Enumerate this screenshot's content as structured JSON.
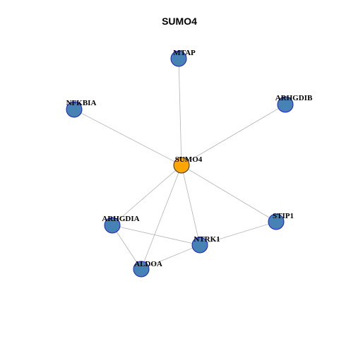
{
  "title": "SUMO4",
  "colors": {
    "hub_fill": "#ffa500",
    "node_fill": "#4682b4",
    "node_stroke": "#1e1ed2",
    "hub_stroke": "#333333",
    "edge": "#b3b3b3"
  },
  "nodes": [
    {
      "id": "SUMO4",
      "label": "SUMO4",
      "hub": true
    },
    {
      "id": "MTAP",
      "label": "MTAP",
      "hub": false
    },
    {
      "id": "NFKBIA",
      "label": "NFKBIA",
      "hub": false
    },
    {
      "id": "ARHGDIB",
      "label": "ARHGDIB",
      "hub": false
    },
    {
      "id": "ARHGDIA",
      "label": "ARHGDIA",
      "hub": false
    },
    {
      "id": "STIP1",
      "label": "STIP1",
      "hub": false
    },
    {
      "id": "NTRK1",
      "label": "NTRK1",
      "hub": false
    },
    {
      "id": "ALDOA",
      "label": "ALDOA",
      "hub": false
    }
  ],
  "edges": [
    [
      "SUMO4",
      "MTAP"
    ],
    [
      "SUMO4",
      "NFKBIA"
    ],
    [
      "SUMO4",
      "ARHGDIB"
    ],
    [
      "SUMO4",
      "ARHGDIA"
    ],
    [
      "SUMO4",
      "ALDOA"
    ],
    [
      "SUMO4",
      "NTRK1"
    ],
    [
      "SUMO4",
      "STIP1"
    ],
    [
      "ARHGDIA",
      "NTRK1"
    ],
    [
      "ARHGDIA",
      "ALDOA"
    ],
    [
      "NTRK1",
      "STIP1"
    ],
    [
      "NTRK1",
      "ALDOA"
    ]
  ]
}
